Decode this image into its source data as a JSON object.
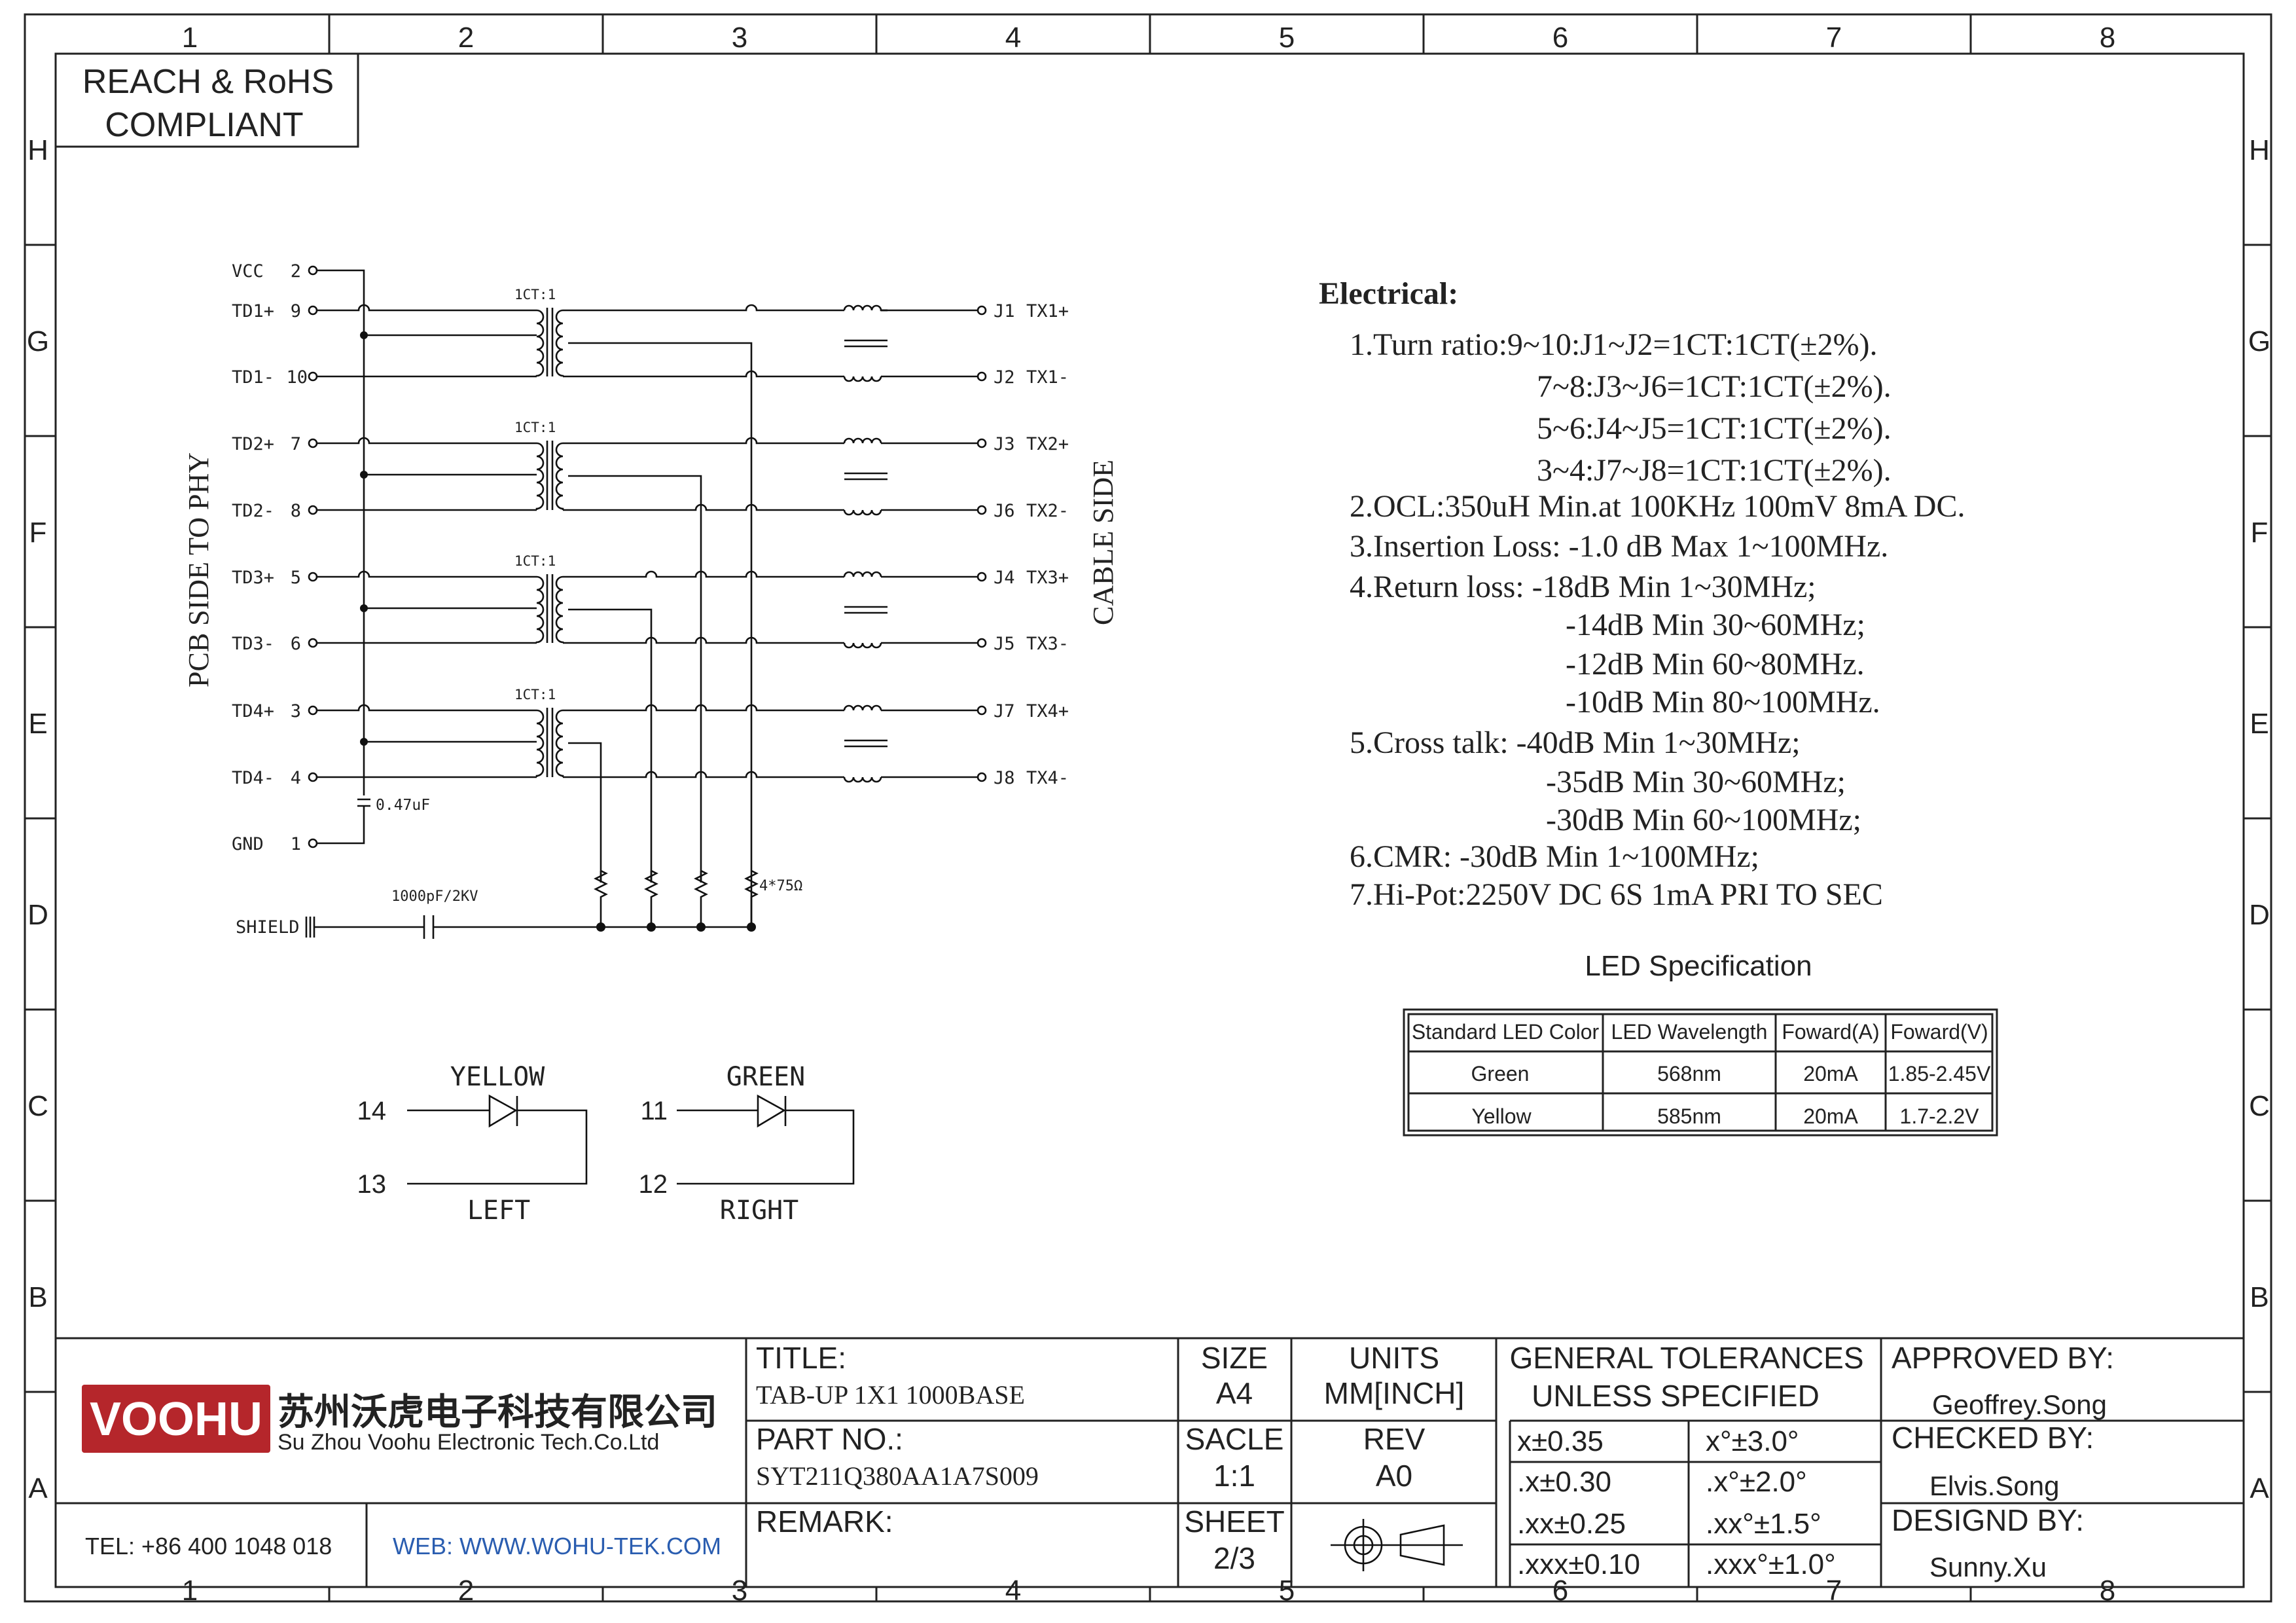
{
  "border": {
    "columns": [
      "1",
      "2",
      "3",
      "4",
      "5",
      "6",
      "7",
      "8"
    ],
    "rows": [
      "H",
      "G",
      "F",
      "E",
      "D",
      "C",
      "B",
      "A"
    ]
  },
  "compliance": {
    "line1": "REACH & RoHS",
    "line2": "COMPLIANT"
  },
  "schematic": {
    "pcb_side_label": "PCB SIDE TO PHY",
    "cable_side_label": "CABLE SIDE",
    "left_pins": [
      {
        "name": "VCC",
        "num": "2"
      },
      {
        "name": "TD1+",
        "num": "9"
      },
      {
        "name": "TD1-",
        "num": "10"
      },
      {
        "name": "TD2+",
        "num": "7"
      },
      {
        "name": "TD2-",
        "num": "8"
      },
      {
        "name": "TD3+",
        "num": "5"
      },
      {
        "name": "TD3-",
        "num": "6"
      },
      {
        "name": "TD4+",
        "num": "3"
      },
      {
        "name": "TD4-",
        "num": "4"
      },
      {
        "name": "GND",
        "num": "1"
      }
    ],
    "right_pins": [
      {
        "jack": "J1",
        "name": "TX1+"
      },
      {
        "jack": "J2",
        "name": "TX1-"
      },
      {
        "jack": "J3",
        "name": "TX2+"
      },
      {
        "jack": "J6",
        "name": "TX2-"
      },
      {
        "jack": "J4",
        "name": "TX3+"
      },
      {
        "jack": "J5",
        "name": "TX3-"
      },
      {
        "jack": "J7",
        "name": "TX4+"
      },
      {
        "jack": "J8",
        "name": "TX4-"
      }
    ],
    "transformer_label": "1CT:1",
    "cap_value": "0.47uF",
    "shield_label": "SHIELD",
    "shield_cap": "1000pF/2KV",
    "resistor_label": "4*75Ω"
  },
  "leds": {
    "yellow": {
      "color": "YELLOW",
      "pin_a": "14",
      "pin_b": "13",
      "side": "LEFT"
    },
    "green": {
      "color": "GREEN",
      "pin_a": "11",
      "pin_b": "12",
      "side": "RIGHT"
    }
  },
  "electrical": {
    "title": "Electrical:",
    "lines": [
      "1.Turn ratio:9~10:J1~J2=1CT:1CT(±2%).",
      "7~8:J3~J6=1CT:1CT(±2%).",
      "5~6:J4~J5=1CT:1CT(±2%).",
      "3~4:J7~J8=1CT:1CT(±2%).",
      "2.OCL:350uH Min.at 100KHz 100mV 8mA DC.",
      "3.Insertion Loss: -1.0 dB Max 1~100MHz.",
      "4.Return loss: -18dB Min 1~30MHz;",
      "-14dB Min 30~60MHz;",
      "-12dB Min 60~80MHz.",
      "-10dB Min 80~100MHz.",
      "5.Cross talk: -40dB Min 1~30MHz;",
      "-35dB Min 30~60MHz;",
      "-30dB Min 60~100MHz;",
      "6.CMR: -30dB Min 1~100MHz;",
      "7.Hi-Pot:2250V DC 6S 1mA PRI TO SEC"
    ]
  },
  "led_spec": {
    "title": "LED Specification",
    "headers": [
      "Standard LED Color",
      "LED Wavelength",
      "Foward(A)",
      "Foward(V)"
    ],
    "rows": [
      [
        "Green",
        "568nm",
        "20mA",
        "1.85-2.45V"
      ],
      [
        "Yellow",
        "585nm",
        "20mA",
        "1.7-2.2V"
      ]
    ]
  },
  "title_block": {
    "logo_text": "VOOHU",
    "company_cn": "苏州沃虎电子科技有限公司",
    "company_en": "Su Zhou Voohu Electronic Tech.Co.Ltd",
    "tel": "TEL: +86 400 1048 018",
    "web": "WEB: WWW.WOHU-TEK.COM",
    "title_label": "TITLE:",
    "title_value": "TAB-UP 1X1 1000BASE",
    "part_label": "PART NO.:",
    "part_value": "SYT211Q380AA1A7S009",
    "remark_label": "REMARK:",
    "size_label": "SIZE",
    "size_value": "A4",
    "units_label": "UNITS",
    "units_value": "MM[INCH]",
    "scale_label": "SACLE",
    "scale_value": "1:1",
    "rev_label": "REV",
    "rev_value": "A0",
    "sheet_label": "SHEET",
    "sheet_value": "2/3",
    "tol_title1": "GENERAL TOLERANCES",
    "tol_title2": "UNLESS SPECIFIED",
    "tolerances": [
      [
        "x±0.35",
        "x°±3.0°"
      ],
      [
        ".x±0.30",
        ".x°±2.0°"
      ],
      [
        ".xx±0.25",
        ".xx°±1.5°"
      ],
      [
        ".xxx±0.10",
        ".xxx°±1.0°"
      ]
    ],
    "approved_label": "APPROVED BY:",
    "approved_value": "Geoffrey.Song",
    "checked_label": "CHECKED BY:",
    "checked_value": "Elvis.Song",
    "designed_label": "DESIGND BY:",
    "designed_value": "Sunny.Xu"
  },
  "colors": {
    "logo_red": "#b5262b",
    "web_blue": "#2a5db0",
    "line": "#222222"
  }
}
